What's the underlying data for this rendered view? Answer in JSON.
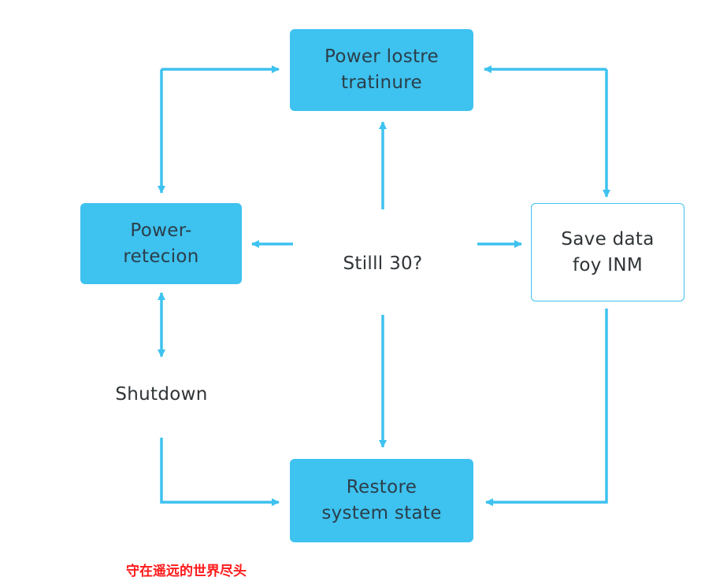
{
  "colors": {
    "accent": "#3ec2ef",
    "box_text": "#2b3e4a",
    "plain_text": "#2f3437",
    "watermark": "#ff1a1a"
  },
  "nodes": {
    "power_loss": "Power lostre\ntratinure",
    "power_retention": "Power-\nretecion",
    "save_data": "Save data\nfoy INM",
    "restore": "Restore\nsystem state",
    "decision": "Stilll 30?",
    "shutdown": "Shutdown"
  },
  "watermark_text": "守在遥远的世界尽头"
}
